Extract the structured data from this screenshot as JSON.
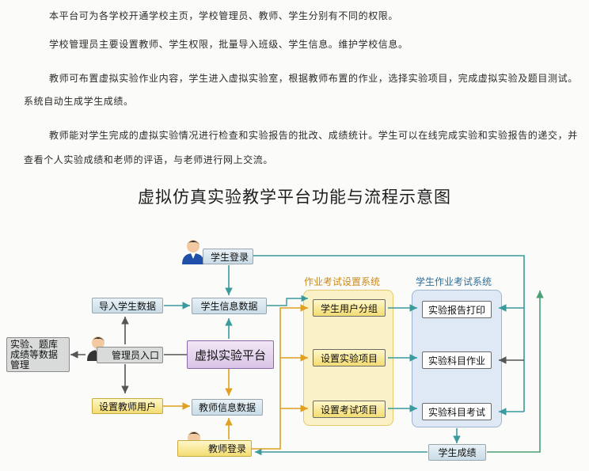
{
  "paragraphs": [
    "本平台可为各学校开通学校主页，学校管理员、教师、学生分别有不同的权限。",
    "学校管理员主要设置教师、学生权限，批量导入班级、学生信息。维护学校信息。",
    "教师可布置虚拟实验作业内容，学生进入虚拟实验室，根据教师布置的作业，选择实验项目，完成虚拟实验及题目测试。",
    "系统自动生成学生成绩。",
    "教师能对学生完成的虚拟实验情况进行检查和实验报告的批改、成绩统计。学生可以在线完成实验和实验报告的递交，并",
    "查看个人实验成绩和老师的评语，与老师进行网上交流。"
  ],
  "diagram": {
    "title": "虚拟仿真实验教学平台功能与流程示意图",
    "nodes": {
      "student_login": "学生登录",
      "import_students": "导入学生数据",
      "student_info": "学生信息数据",
      "admin_entry": "管理员入口",
      "platform": "虚拟实验平台",
      "maintain": "实验、题库成绩等数据管理",
      "set_teacher": "设置教师用户",
      "teacher_info": "教师信息数据",
      "teacher_login": "教师登录",
      "group": "学生用户分组",
      "set_project": "设置实验项目",
      "set_exam": "设置考试项目",
      "print_report": "实验报告打印",
      "homework": "实验科目作业",
      "exam": "实验科目考试",
      "grades": "学生成绩"
    },
    "panels": {
      "homework_setup": "作业考试设置系统",
      "student_system": "学生作业考试系统"
    },
    "colors": {
      "teal_arrow": "#3a9a9c",
      "gold_arrow": "#e0a020",
      "green_line": "#4aa074",
      "panel_yellow": "#fbf1c6",
      "panel_blue": "#dfe9f6"
    }
  }
}
